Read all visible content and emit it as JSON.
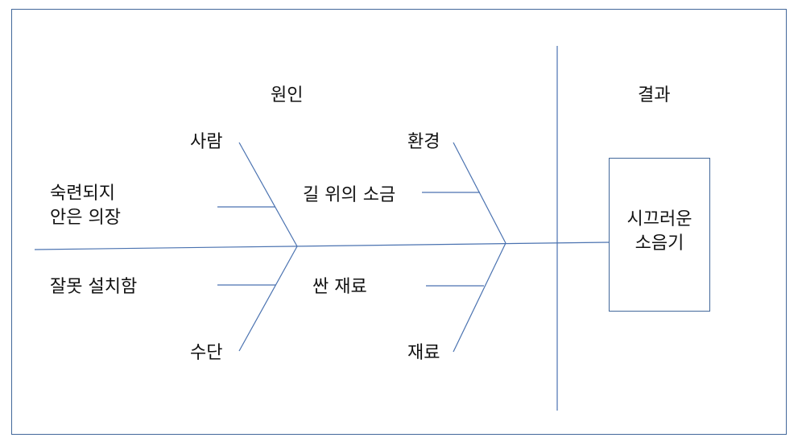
{
  "headers": {
    "cause": "원인",
    "effect": "결과"
  },
  "categories": {
    "people": "사람",
    "environment": "환경",
    "methods": "수단",
    "materials": "재료"
  },
  "causes": {
    "people_1a": "숙련되지",
    "people_1b": "안은 의장",
    "environment_1": "길 위의 소금",
    "methods_1": "잘못 설치함",
    "materials_1": "싼 재료"
  },
  "effect": {
    "line1": "시끄러운",
    "line2": "소음기"
  },
  "colors": {
    "line": "#4a72b0",
    "border": "#41679a"
  }
}
